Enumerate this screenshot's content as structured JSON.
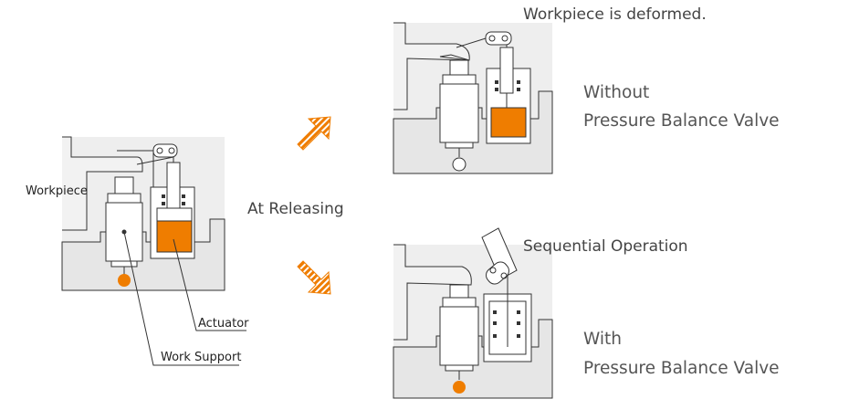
{
  "labels": {
    "workpiece": "Workpiece",
    "actuator": "Actuator",
    "work_support": "Work Support",
    "at_releasing": "At Releasing",
    "deformed": "Workpiece is deformed.",
    "without_line1": "Without",
    "without_line2": "Pressure Balance Valve",
    "sequential": "Sequential Operation",
    "with_line1": "With",
    "with_line2": "Pressure Balance Valve"
  },
  "colors": {
    "accent": "#ef7d00",
    "panel": "#eeeeee",
    "stroke": "#333333",
    "text": "#444444"
  }
}
